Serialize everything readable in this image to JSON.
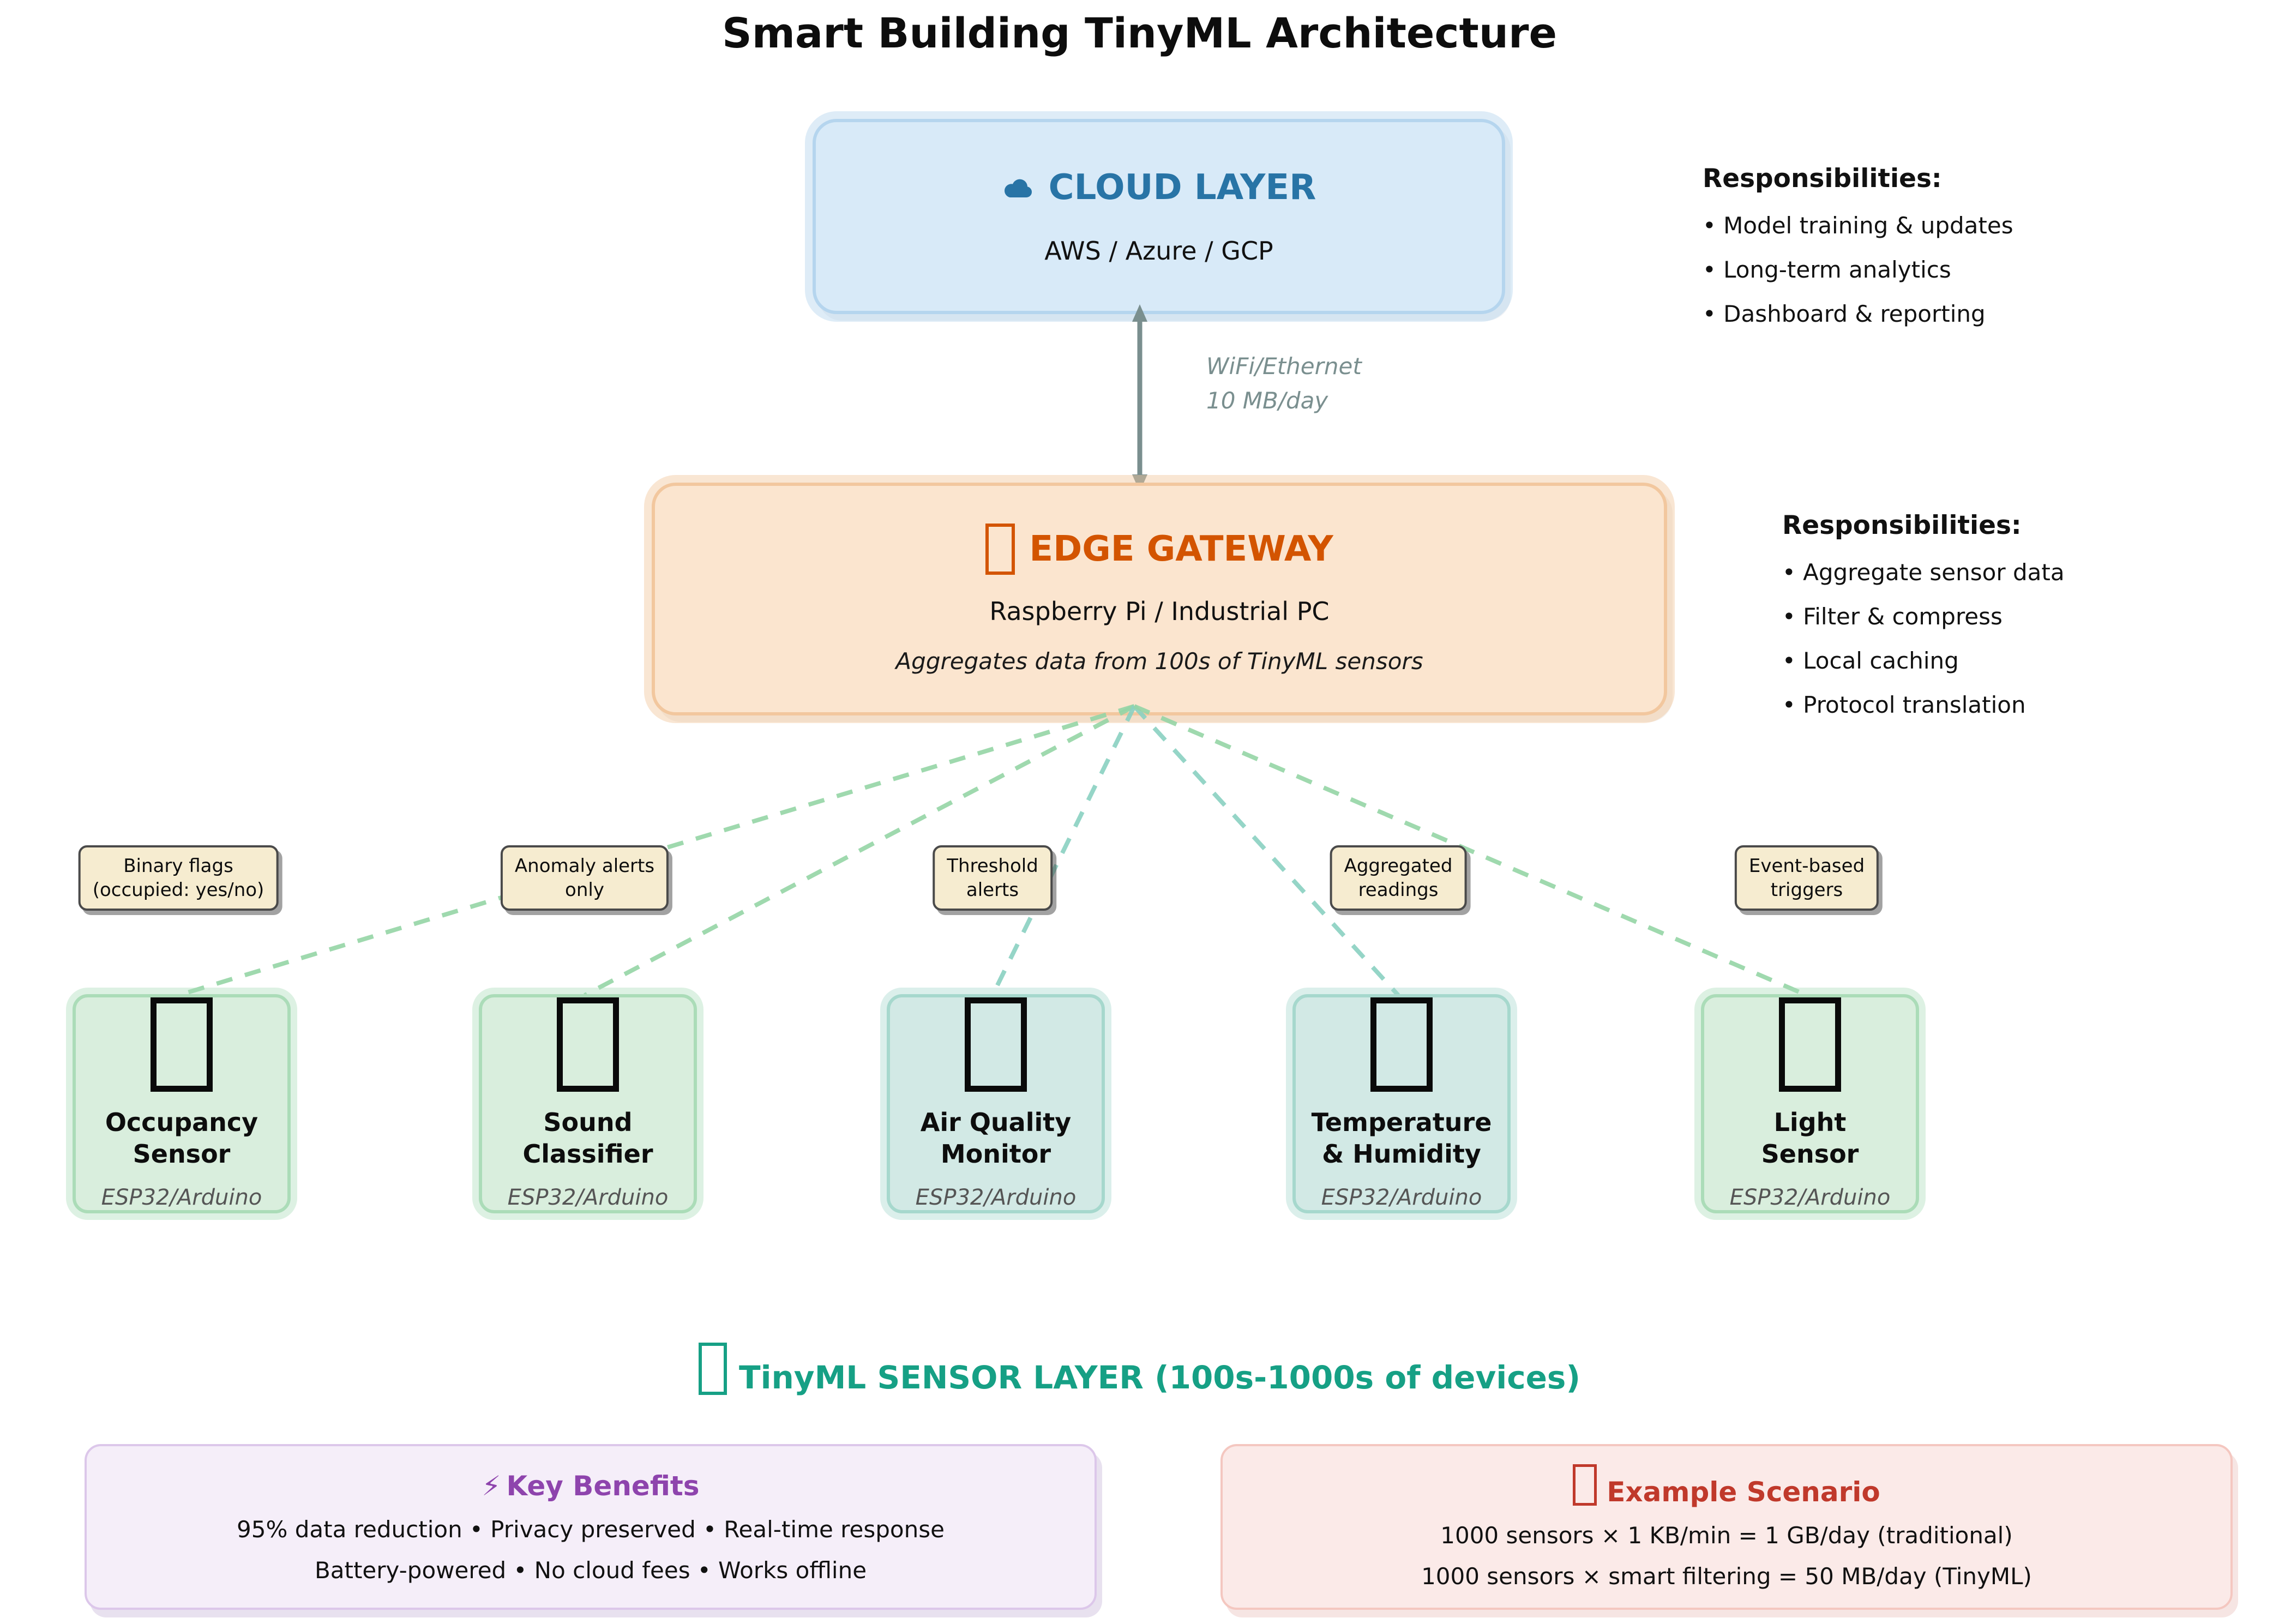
{
  "title": "Smart Building TinyML Architecture",
  "cloud": {
    "icon": "cloud-icon",
    "title": "CLOUD LAYER",
    "subtitle": "AWS / Azure / GCP",
    "responsibilities": {
      "heading": "Responsibilities:",
      "items": [
        "• Model training & updates",
        "• Long-term analytics",
        "• Dashboard & reporting"
      ]
    }
  },
  "uplink": {
    "line1": "WiFi/Ethernet",
    "line2": "10 MB/day"
  },
  "edge": {
    "title": "EDGE GATEWAY",
    "subtitle": "Raspberry Pi / Industrial PC",
    "note": "Aggregates data from 100s of TinyML sensors",
    "responsibilities": {
      "heading": "Responsibilities:",
      "items": [
        "• Aggregate sensor data",
        "• Filter & compress",
        "• Local caching",
        "• Protocol translation"
      ]
    }
  },
  "tags": [
    {
      "line1": "Binary flags",
      "line2": "(occupied: yes/no)"
    },
    {
      "line1": "Anomaly alerts",
      "line2": "only"
    },
    {
      "line1": "Threshold",
      "line2": "alerts"
    },
    {
      "line1": "Aggregated",
      "line2": "readings"
    },
    {
      "line1": "Event-based",
      "line2": "triggers"
    }
  ],
  "sensors": [
    {
      "name_line1": "Occupancy",
      "name_line2": "Sensor",
      "platform": "ESP32/Arduino"
    },
    {
      "name_line1": "Sound",
      "name_line2": "Classifier",
      "platform": "ESP32/Arduino"
    },
    {
      "name_line1": "Air Quality",
      "name_line2": "Monitor",
      "platform": "ESP32/Arduino"
    },
    {
      "name_line1": "Temperature",
      "name_line2": "& Humidity",
      "platform": "ESP32/Arduino"
    },
    {
      "name_line1": "Light",
      "name_line2": "Sensor",
      "platform": "ESP32/Arduino"
    }
  ],
  "sensor_layer": {
    "title": "TinyML SENSOR LAYER (100s-1000s of devices)"
  },
  "benefits": {
    "icon_glyph": "⚡",
    "title": "Key Benefits",
    "line1": "95% data reduction • Privacy preserved • Real-time response",
    "line2": "Battery-powered • No cloud fees • Works offline"
  },
  "scenario": {
    "title": "Example Scenario",
    "line1": "1000 sensors × 1 KB/min = 1 GB/day (traditional)",
    "line2": "1000 sensors × smart filtering = 50 MB/day (TinyML)"
  },
  "colors": {
    "cloud_fill": "#d8eaf8",
    "cloud_border": "#b5d5ee",
    "cloud_title": "#2874a6",
    "edge_fill": "#fbe5cf",
    "edge_border": "#f2c79e",
    "edge_title": "#d35400",
    "sensor_green_fill": "#d9eedd",
    "sensor_green_border": "#abdcb8",
    "sensor_teal_fill": "#d2e9e5",
    "sensor_teal_border": "#a6d8cd",
    "tag_fill": "#f6ecd0",
    "tag_border": "#4a4a4a",
    "link_green": "#95d5a6",
    "link_teal": "#8ad1c2",
    "arrow": "#7a8f8f",
    "layer_title": "#16a085",
    "benefits_fill": "#f5eef9",
    "benefits_border": "#dcc7ea",
    "benefits_title": "#8e44ad",
    "scenario_fill": "#fbeae8",
    "scenario_border": "#f4c7c0",
    "scenario_title": "#c0392b"
  }
}
